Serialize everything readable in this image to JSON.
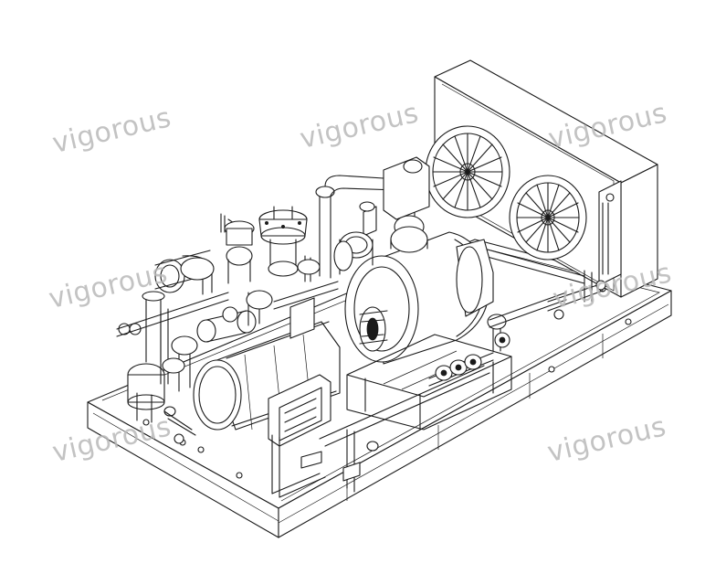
{
  "watermark": {
    "text": "vigorous",
    "color": "#b9b9b9",
    "count": 7
  },
  "drawing": {
    "style": "isometric line drawing",
    "line_color": "#1a1a1a",
    "background": "#ffffff"
  }
}
